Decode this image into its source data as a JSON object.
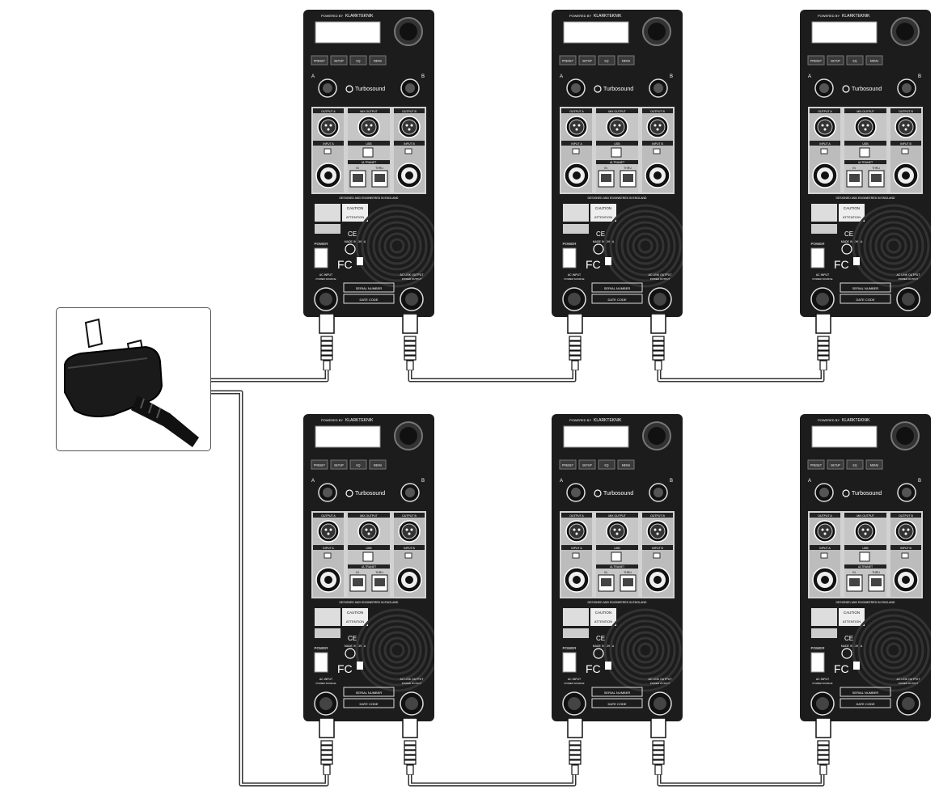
{
  "colors": {
    "panel": "#1c1c1c",
    "panel_inner": "#2b2b2b",
    "bay": "#d2d2d2",
    "cable": "#333333"
  },
  "speakers": [
    {
      "id": "top-1"
    },
    {
      "id": "top-2"
    },
    {
      "id": "top-3"
    },
    {
      "id": "bottom-1"
    },
    {
      "id": "bottom-2"
    },
    {
      "id": "bottom-3"
    }
  ],
  "panel_text": {
    "powered_by": "POWERED BY",
    "brand_klark": "KLARKTEKNIK",
    "brand_turbosound": "Turbosound",
    "btn1": "PRESET",
    "btn2": "SETUP",
    "btn3": "EQ",
    "btn4": "MENU",
    "knob_a": "A",
    "knob_b": "B",
    "output_a": "OUTPUT A",
    "mix_output": "MIX OUTPUT",
    "output_b": "OUTPUT B",
    "input_a": "INPUT A",
    "usb": "USB",
    "input_b": "INPUT B",
    "ultranet": "ULTRANET",
    "in_label": "IN",
    "thru_label": "THRU",
    "designed": "DESIGNED AND ENGINEERED IN ENGLAND",
    "caution": "CAUTION",
    "attention": "ATTENTION",
    "ce": "CE",
    "made_in": "MADE IN CHINA",
    "power": "POWER",
    "fc": "FC",
    "ac_input": "AC INPUT",
    "power_source": "POWER SOURCE",
    "ac_link_output": "AC LINK OUTPUT",
    "power_output": "POWER OUTPUT",
    "serial_number": "SERIAL NUMBER",
    "date_code": "DATE CODE"
  },
  "plug": {
    "icon": "uk-mains-plug-icon"
  }
}
